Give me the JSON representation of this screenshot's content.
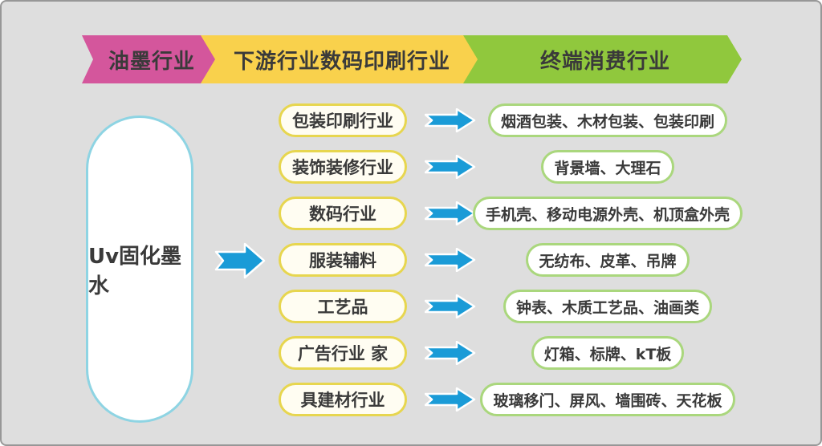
{
  "banners": [
    {
      "label": "油墨行业",
      "color": "#d4569c"
    },
    {
      "label": "下游行业数码印刷行业",
      "color": "#f9d14c"
    },
    {
      "label": "终端消费行业",
      "color": "#90c83d"
    }
  ],
  "source": {
    "label": "Uv固化墨水"
  },
  "rows": [
    {
      "industry": "包装印刷行业",
      "applications": "烟酒包装、木材包装、包装印刷"
    },
    {
      "industry": "装饰装修行业",
      "applications": "背景墙、大理石"
    },
    {
      "industry": "数码行业",
      "applications": "手机壳、移动电源外壳、机顶盒外壳"
    },
    {
      "industry": "服装辅料",
      "applications": "无纺布、皮革、吊牌"
    },
    {
      "industry": "工艺品",
      "applications": "钟表、木质工艺品、油画类"
    },
    {
      "industry": "广告行业 家",
      "applications": "灯箱、标牌、kT板"
    },
    {
      "industry": "具建材行业",
      "applications": "玻璃移门、屏风、墙围砖、天花板"
    }
  ],
  "icons": {
    "flow_arrow": "right-arrow",
    "big_flow_arrow": "right-arrow-large"
  },
  "colors": {
    "background": "#dedede",
    "frame_border": "#979797",
    "banner_ink": "#d4569c",
    "banner_digital": "#f9d14c",
    "banner_end": "#90c83d",
    "arrow_blue": "#1a9bd7",
    "capsule_border": "#8ed4e3",
    "industry_box_border": "#e7d64f",
    "industry_box_fill": "#fffdf2",
    "application_box_border": "#aad77d",
    "text": "#3a3a3a"
  }
}
